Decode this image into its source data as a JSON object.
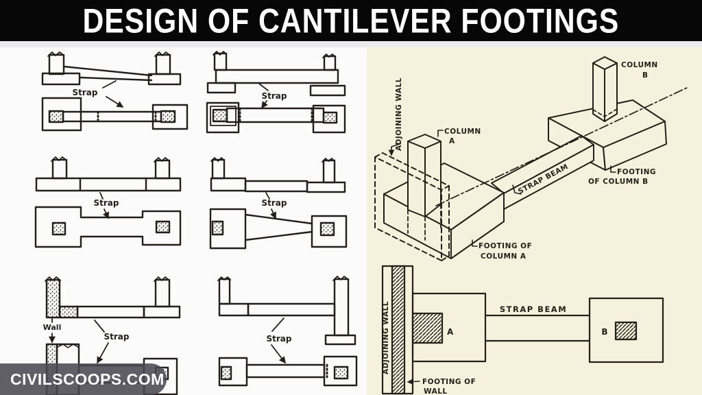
{
  "header": {
    "title": "DESIGN OF CANTILEVER FOOTINGS"
  },
  "watermark": {
    "text": "CIVILSCOOPS.COM"
  },
  "colors": {
    "header_bg": "#070707",
    "header_fg": "#ffffff",
    "left_bg": "#fbfbfb",
    "right_bg": "#f6f1dd",
    "ink": "#221f1a",
    "top_strip": "#e9e9ee",
    "watermark_bg": "rgba(72,71,80,0.87)"
  },
  "left_diagrams": {
    "description": "Six elevation-and-plan sketches of cantilever (strap) footing arrangements",
    "strap_label": "Strap",
    "wall_label": "Wall",
    "cells": [
      {
        "name": "tapered-strap-two-column-footings"
      },
      {
        "name": "straight-strap-beam-on-two-footings"
      },
      {
        "name": "continuous-strip-dumbbell-plan"
      },
      {
        "name": "edge-columns-tapered-strap-plan"
      },
      {
        "name": "wall-plus-column-strap"
      },
      {
        "name": "stepped-levels-strap"
      }
    ]
  },
  "isometric": {
    "adjoining_wall": "ADJOINING WALL",
    "column_a_line1": "COLUMN",
    "column_a_line2": "A",
    "column_b_line1": "COLUMN",
    "column_b_line2": "B",
    "strap_beam": "STRAP BEAM",
    "footing_a_line1": "FOOTING OF",
    "footing_a_line2": "COLUMN A",
    "footing_b_line1": "FOOTING",
    "footing_b_line2": "OF COLUMN B"
  },
  "plan": {
    "adjoining_wall": "ADJOINING WALL",
    "strap_beam": "STRAP BEAM",
    "footing_wall_line1": "FOOTING OF",
    "footing_wall_line2": "WALL",
    "column_a": "A",
    "column_b": "B"
  }
}
